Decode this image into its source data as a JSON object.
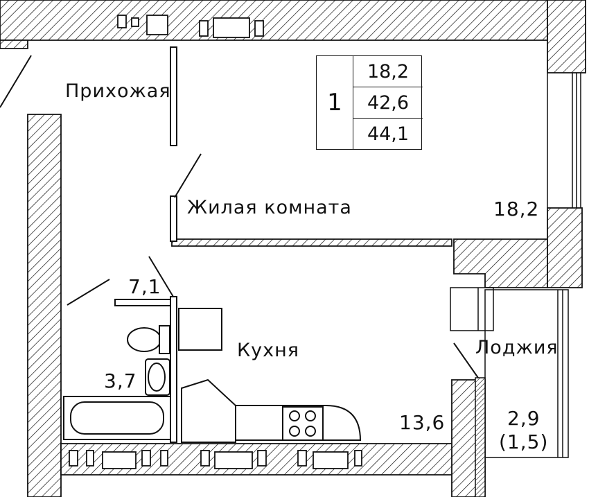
{
  "plan": {
    "summary": {
      "rooms": "1",
      "living_area": "18,2",
      "total_area": "42,6",
      "total_area_with_loggia": "44,1"
    },
    "rooms": {
      "hallway": "Прихожая",
      "living_room": "Жилая  комната",
      "kitchen": "Кухня",
      "loggia": "Лоджия"
    },
    "areas": {
      "living_room": "18,2",
      "hallway": "7,1",
      "bathroom": "3,7",
      "kitchen": "13,6",
      "loggia": "2,9",
      "loggia_reduced": "(1,5)"
    },
    "colors": {
      "line": "#111111",
      "background": "#ffffff"
    }
  }
}
